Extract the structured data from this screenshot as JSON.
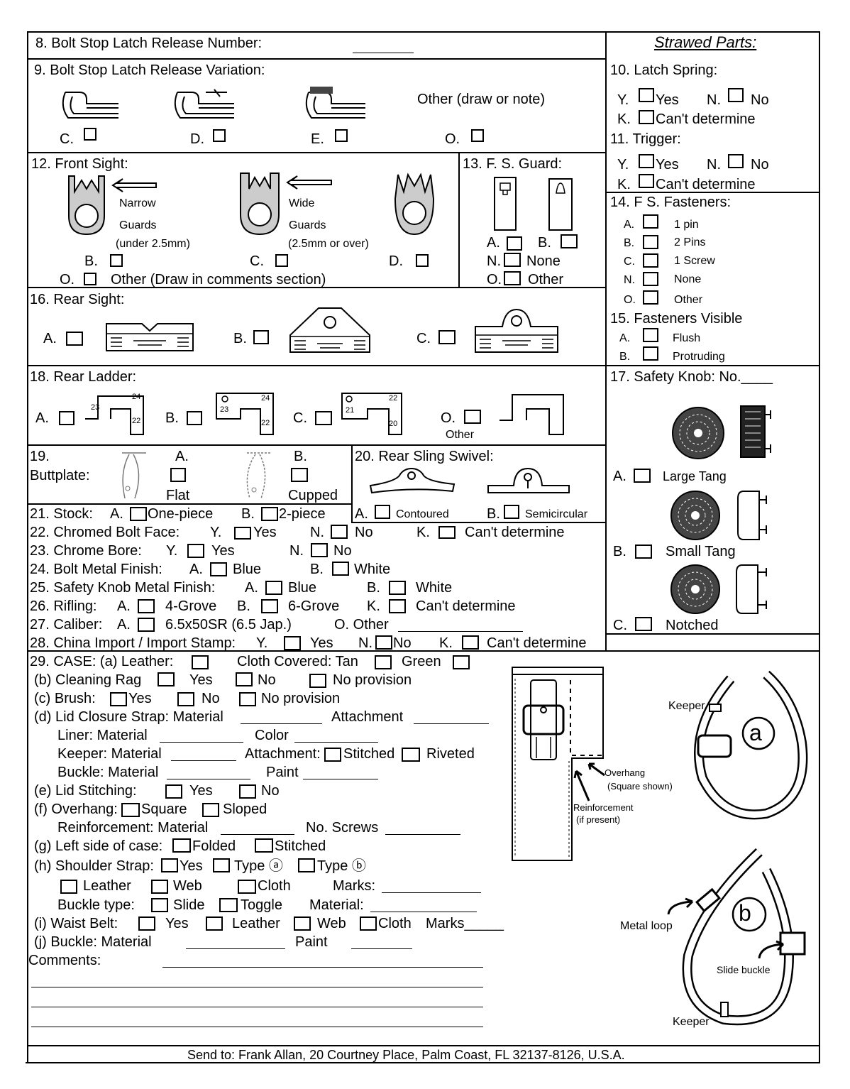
{
  "s8": {
    "label": "8. Bolt Stop Latch Release Number:"
  },
  "strawed": {
    "title": "Strawed Parts:"
  },
  "s9": {
    "label": "9. Bolt Stop Latch Release Variation:",
    "other": "Other (draw or note)",
    "c": "C.",
    "d": "D.",
    "e": "E.",
    "o": "O."
  },
  "s10": {
    "label": "10. Latch Spring:",
    "y": "Y.",
    "yes": "Yes",
    "n": "N.",
    "no": "No",
    "k": "K.",
    "cant": "Can't determine"
  },
  "s11": {
    "label": "11. Trigger:",
    "y": "Y.",
    "yes": "Yes",
    "n": "N.",
    "no": "No",
    "k": "K.",
    "cant": "Can't determine"
  },
  "s12": {
    "label": "12. Front Sight:",
    "narrow1": "Narrow",
    "narrow2": "Guards",
    "narrow3": "(under 2.5mm)",
    "wide1": "Wide",
    "wide2": "Guards",
    "wide3": "(2.5mm or over)",
    "b": "B.",
    "c": "C.",
    "d": "D.",
    "o": "O.",
    "other": "Other (Draw in comments section)"
  },
  "s13": {
    "label": "13. F. S. Guard:",
    "a": "A.",
    "b": "B.",
    "n": "N.",
    "none": "None",
    "o": "O.",
    "other": "Other"
  },
  "s14": {
    "label": "14. F S. Fasteners:",
    "a": "A.",
    "a_t": "1 pin",
    "b": "B.",
    "b_t": "2 Pins",
    "c": "C.",
    "c_t": "1 Screw",
    "n": "N.",
    "n_t": "None",
    "o": "O.",
    "o_t": "Other"
  },
  "s15": {
    "label": "15. Fasteners Visible",
    "a": "A.",
    "a_t": "Flush",
    "b": "B.",
    "b_t": "Protruding"
  },
  "s16": {
    "label": "16. Rear Sight:",
    "a": "A.",
    "b": "B.",
    "c": "C."
  },
  "s17": {
    "label": "17. Safety Knob:  No.____",
    "a": "A.",
    "a_t": "Large Tang",
    "b": "B.",
    "b_t": "Small Tang",
    "c": "C.",
    "c_t": "Notched"
  },
  "s18": {
    "label": "18. Rear Ladder:",
    "a": "A.",
    "b": "B.",
    "c": "C.",
    "o": "O.",
    "other": "Other",
    "n24": "24",
    "n23": "23",
    "n22": "22",
    "n21": "21",
    "n20": "20"
  },
  "s19": {
    "label1": "19.",
    "label2": "Buttplate:",
    "a": "A.",
    "b": "B.",
    "flat": "Flat",
    "cupped": "Cupped"
  },
  "s20": {
    "label": "20. Rear Sling Swivel:",
    "a": "A.",
    "contoured": "Contoured",
    "b": "B.",
    "semi": "Semicircular"
  },
  "s21": {
    "label": "21. Stock:",
    "a": "A.",
    "one": "One-piece",
    "b": "B.",
    "two": "2-piece"
  },
  "s22": {
    "label": "22. Chromed Bolt Face:",
    "y": "Y.",
    "yes": "Yes",
    "n": "N.",
    "no": "No",
    "k": "K.",
    "cant": "Can't determine"
  },
  "s23": {
    "label": "23. Chrome Bore:",
    "y": "Y.",
    "yes": "Yes",
    "n": "N.",
    "no": "No"
  },
  "s24": {
    "label": "24. Bolt Metal Finish:",
    "a": "A.",
    "blue": "Blue",
    "b": "B.",
    "white": "White"
  },
  "s25": {
    "label": "25. Safety Knob Metal Finish:",
    "a": "A.",
    "blue": "Blue",
    "b": "B.",
    "white": "White"
  },
  "s26": {
    "label": "26. Rifling:",
    "a": "A.",
    "g4": "4-Grove",
    "b": "B.",
    "g6": "6-Grove",
    "k": "K.",
    "cant": "Can't determine"
  },
  "s27": {
    "label": "27. Caliber:",
    "a": "A.",
    "cal": "6.5x50SR (6.5 Jap.)",
    "o": "O. Other"
  },
  "s28": {
    "label": "28. China Import / Import Stamp:",
    "y": "Y.",
    "yes": "Yes",
    "n": "N.",
    "no": "No",
    "k": "K.",
    "cant": "Can't determine"
  },
  "s29": {
    "case": "29. CASE:  (a) Leather:",
    "cloth": "Cloth Covered:  Tan",
    "green": "Green",
    "rag": "(b) Cleaning Rag",
    "yes": "Yes",
    "no": "No",
    "noprov": "No provision",
    "brush": "(c) Brush:",
    "lid": "(d) Lid Closure Strap:  Material",
    "attach": "Attachment",
    "liner": "Liner: Material",
    "color": "Color",
    "keeper": "Keeper: Material",
    "attach2": "Attachment:",
    "stitched": "Stitched",
    "riveted": "Riveted",
    "buckle": "Buckle: Material",
    "paint": "Paint",
    "lidst": "(e) Lid Stitching:",
    "overhang": "(f) Overhang:",
    "square": "Square",
    "sloped": "Sloped",
    "reinf": "Reinforcement: Material",
    "screws": "No. Screws",
    "left": "(g) Left side of case:",
    "folded": "Folded",
    "stitched2": "Stitched",
    "shoulder": "(h) Shoulder Strap:",
    "typea": "Type ⓐ",
    "typeb": "Type ⓑ",
    "leather": "Leather",
    "web": "Web",
    "clothb": "Cloth",
    "marks": "Marks:",
    "bucktype": "Buckle type:",
    "slide": "Slide",
    "toggle": "Toggle",
    "material": "Material:",
    "waist": "(i) Waist Belt:",
    "leather2": "Leather",
    "web2": "Web",
    "cloth2": "Cloth",
    "marks2": "Marks_____",
    "jbuckle": "(j) Buckle: Material",
    "paint2": "Paint",
    "comments": "Comments:"
  },
  "fig": {
    "overhang": "Overhang",
    "square": "(Square shown)",
    "reinf": "Reinforcement",
    "ifpres": "(if present)",
    "keeper": "Keeper",
    "a": "a",
    "b": "b",
    "metalloop": "Metal loop",
    "slide": "Slide buckle",
    "keeper2": "Keeper"
  },
  "footer": "Send to:  Frank Allan, 20 Courtney Place, Palm Coast, FL 32137-8126, U.S.A."
}
